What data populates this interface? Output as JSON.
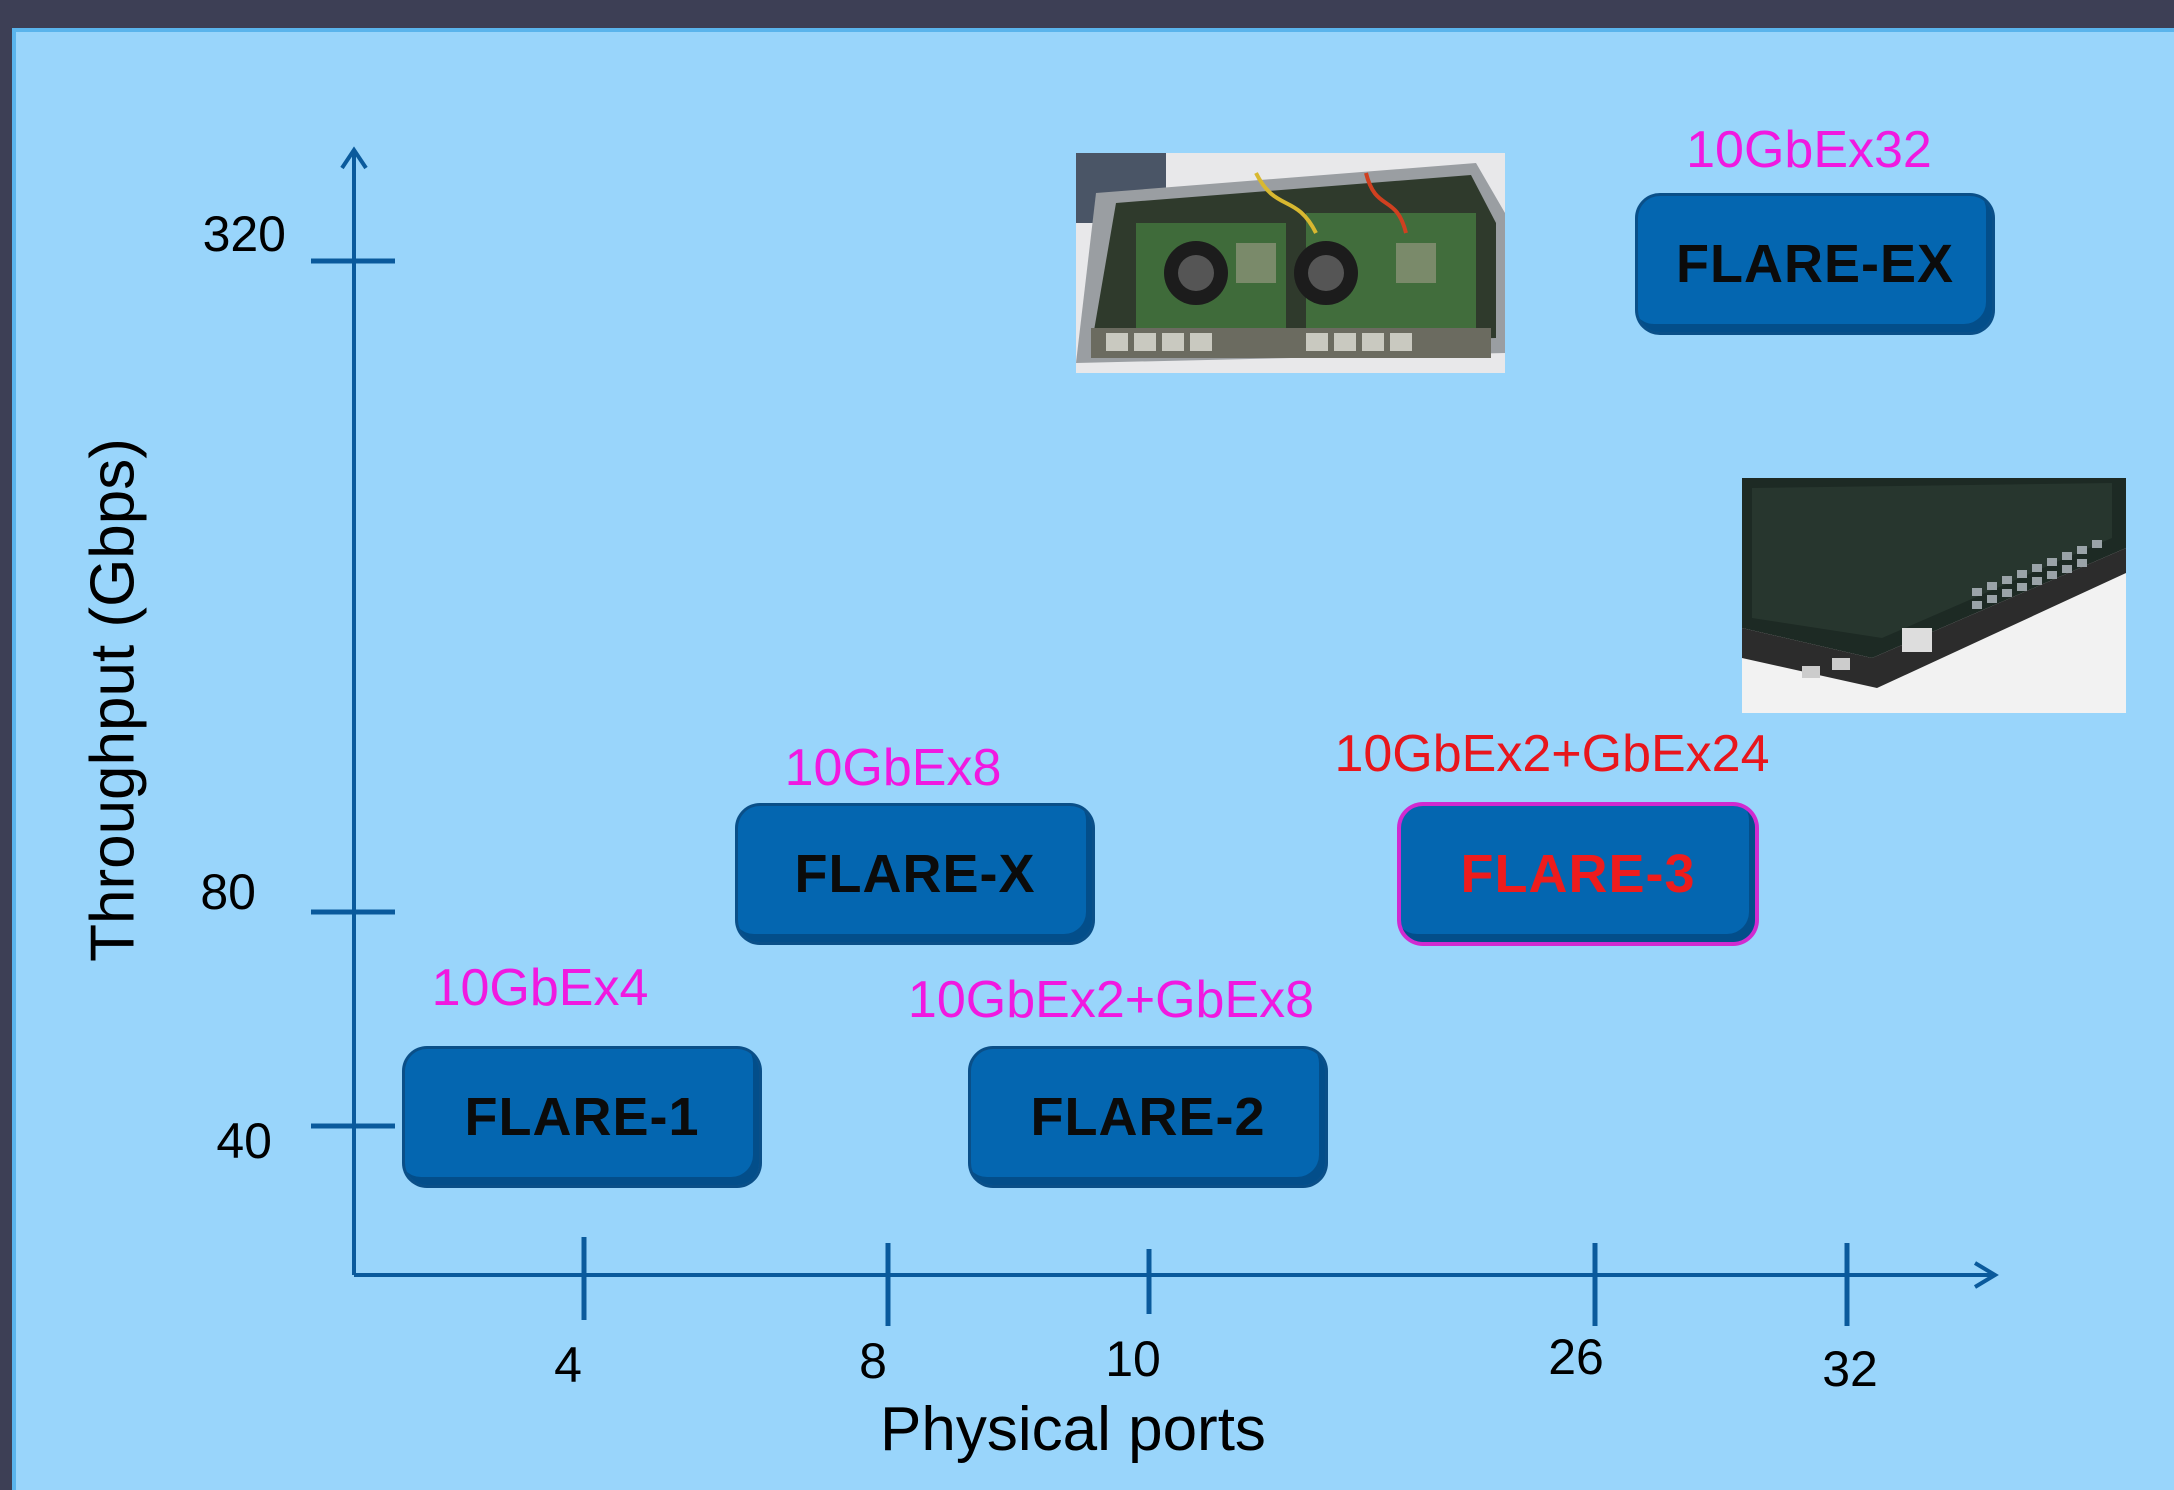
{
  "y_axis": {
    "label": "Throughput (Gbps)",
    "ticks": [
      {
        "value": "320"
      },
      {
        "value": "80"
      },
      {
        "value": "40"
      }
    ]
  },
  "x_axis": {
    "label": "Physical ports",
    "ticks": [
      {
        "value": "4"
      },
      {
        "value": "8"
      },
      {
        "value": "10"
      },
      {
        "value": "26"
      },
      {
        "value": "32"
      }
    ]
  },
  "products": [
    {
      "name": "FLARE-1",
      "spec": "10GbEx4",
      "ports": 4,
      "throughput_gbps": 40
    },
    {
      "name": "FLARE-X",
      "spec": "10GbEx8",
      "ports": 8,
      "throughput_gbps": 80
    },
    {
      "name": "FLARE-2",
      "spec": "10GbEx2+GbEx8",
      "ports": 10,
      "throughput_gbps": 40
    },
    {
      "name": "FLARE-3",
      "spec": "10GbEx2+GbEx24",
      "ports": 26,
      "throughput_gbps": 80
    },
    {
      "name": "FLARE-EX",
      "spec": "10GbEx32",
      "ports": 32,
      "throughput_gbps": 320
    }
  ],
  "colors": {
    "background": "#99d5fb",
    "box": "#0466b0",
    "spec_text": "#f019e0",
    "highlight_text": "#e8161c",
    "axis": "#0a5a9c"
  },
  "images": [
    {
      "name": "flare-ex-board-photo"
    },
    {
      "name": "flare-3-chassis-photo"
    }
  ]
}
